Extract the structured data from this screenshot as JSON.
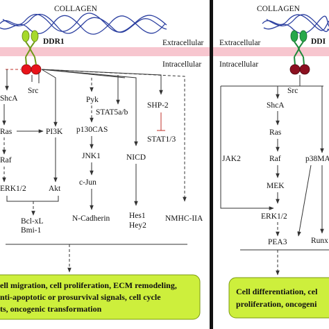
{
  "left": {
    "collagen": "COLLAGEN",
    "receptor": "DDR1",
    "extracellular": "Extracellular",
    "intracellular": "Intracellular",
    "nodes": {
      "shca": "ShcA",
      "src": "Src",
      "ras": "Ras",
      "pi3k": "PI3K",
      "raf": "Raf",
      "erk": "ERK1/2",
      "akt": "Akt",
      "bcl": "Bcl-xL",
      "bmi": "Bmi-1",
      "pyk": "Pyk",
      "stat5": "STAT5a/b",
      "p130": "p130CAS",
      "jnk": "JNK1",
      "cjun": "c-Jun",
      "ncad": "N-Cadherin",
      "shp2": "SHP-2",
      "stat13": "STAT1/3",
      "nicd": "NICD",
      "hes1": "Hes1",
      "hey2": "Hey2",
      "nmhc": "NMHC-IIA"
    },
    "outcome": [
      "ell migration, cell proliferation, ECM remodeling,",
      "nti-apoptotic or prosurvival signals, cell cycle",
      "ts, oncogenic transformation"
    ]
  },
  "right": {
    "collagen": "COLLAGEN",
    "receptor": "DDI",
    "extracellular": "Extracellular",
    "intracellular": "Intracellular",
    "nodes": {
      "src": "Src",
      "shca": "ShcA",
      "ras": "Ras",
      "jak2": "JAK2",
      "raf": "Raf",
      "p38": "p38MA",
      "mek": "MEK",
      "erk": "ERK1/2",
      "pea3": "PEA3",
      "runx": "Runx"
    },
    "outcome": [
      "Cell differentiation, cel",
      "proliferation, oncogeni"
    ]
  },
  "colors": {
    "membrane": "#f7c6cf",
    "outcome_box": "#cdef3c",
    "ddr1_stalk": "#a6d92b",
    "ddr1_kinase": "#e8141a",
    "ddr2_stalk": "#27a84a",
    "ddr2_kinase": "#8b1020",
    "collagen_fiber": "#2b3fa0",
    "inhibit": "#c0302a"
  }
}
